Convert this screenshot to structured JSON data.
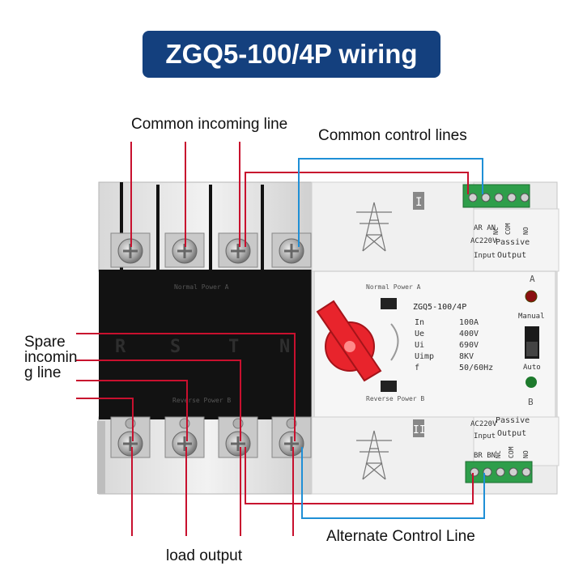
{
  "title": "ZGQ5-100/4P wiring",
  "labels": {
    "common_incoming": "Common incoming line",
    "common_control": "Common control lines",
    "spare_line1": "Spare",
    "spare_line2": "incomin",
    "spare_line3": "g line",
    "load_output": "load output",
    "alternate_control": "Alternate Control Line"
  },
  "device": {
    "model": "ZGQ5-100/4P",
    "normal_power": "Normal Power A",
    "reverse_power": "Reverse Power B",
    "phase_letters": [
      "R",
      "S",
      "T",
      "N"
    ],
    "roman_top": "I",
    "roman_bottom": "II",
    "specs": [
      {
        "key": "In",
        "value": "100A"
      },
      {
        "key": "Ue",
        "value": "400V"
      },
      {
        "key": "Ui",
        "value": "690V"
      },
      {
        "key": "Uimp",
        "value": "8KV"
      },
      {
        "key": "f",
        "value": "50/60Hz"
      }
    ],
    "indicator_a": "A",
    "indicator_b": "B",
    "manual": "Manual",
    "auto": "Auto",
    "top_block": {
      "terminals_left": "AR AN",
      "terminals_right": [
        "NC",
        "COM",
        "NO"
      ],
      "ac": "AC220V",
      "input": "Input",
      "passive": "Passive",
      "output": "Output"
    },
    "bottom_block": {
      "terminals_left": "BR BN",
      "terminals_right": [
        "NC",
        "COM",
        "NO"
      ],
      "ac": "AC220V",
      "input": "Input",
      "passive": "Passive",
      "output": "Output"
    }
  },
  "colors": {
    "banner": "#14407e",
    "wire_red": "#c8102e",
    "wire_blue": "#1f8fd6",
    "terminal_green": "#2e9e4a",
    "knob_red": "#e8242c"
  }
}
